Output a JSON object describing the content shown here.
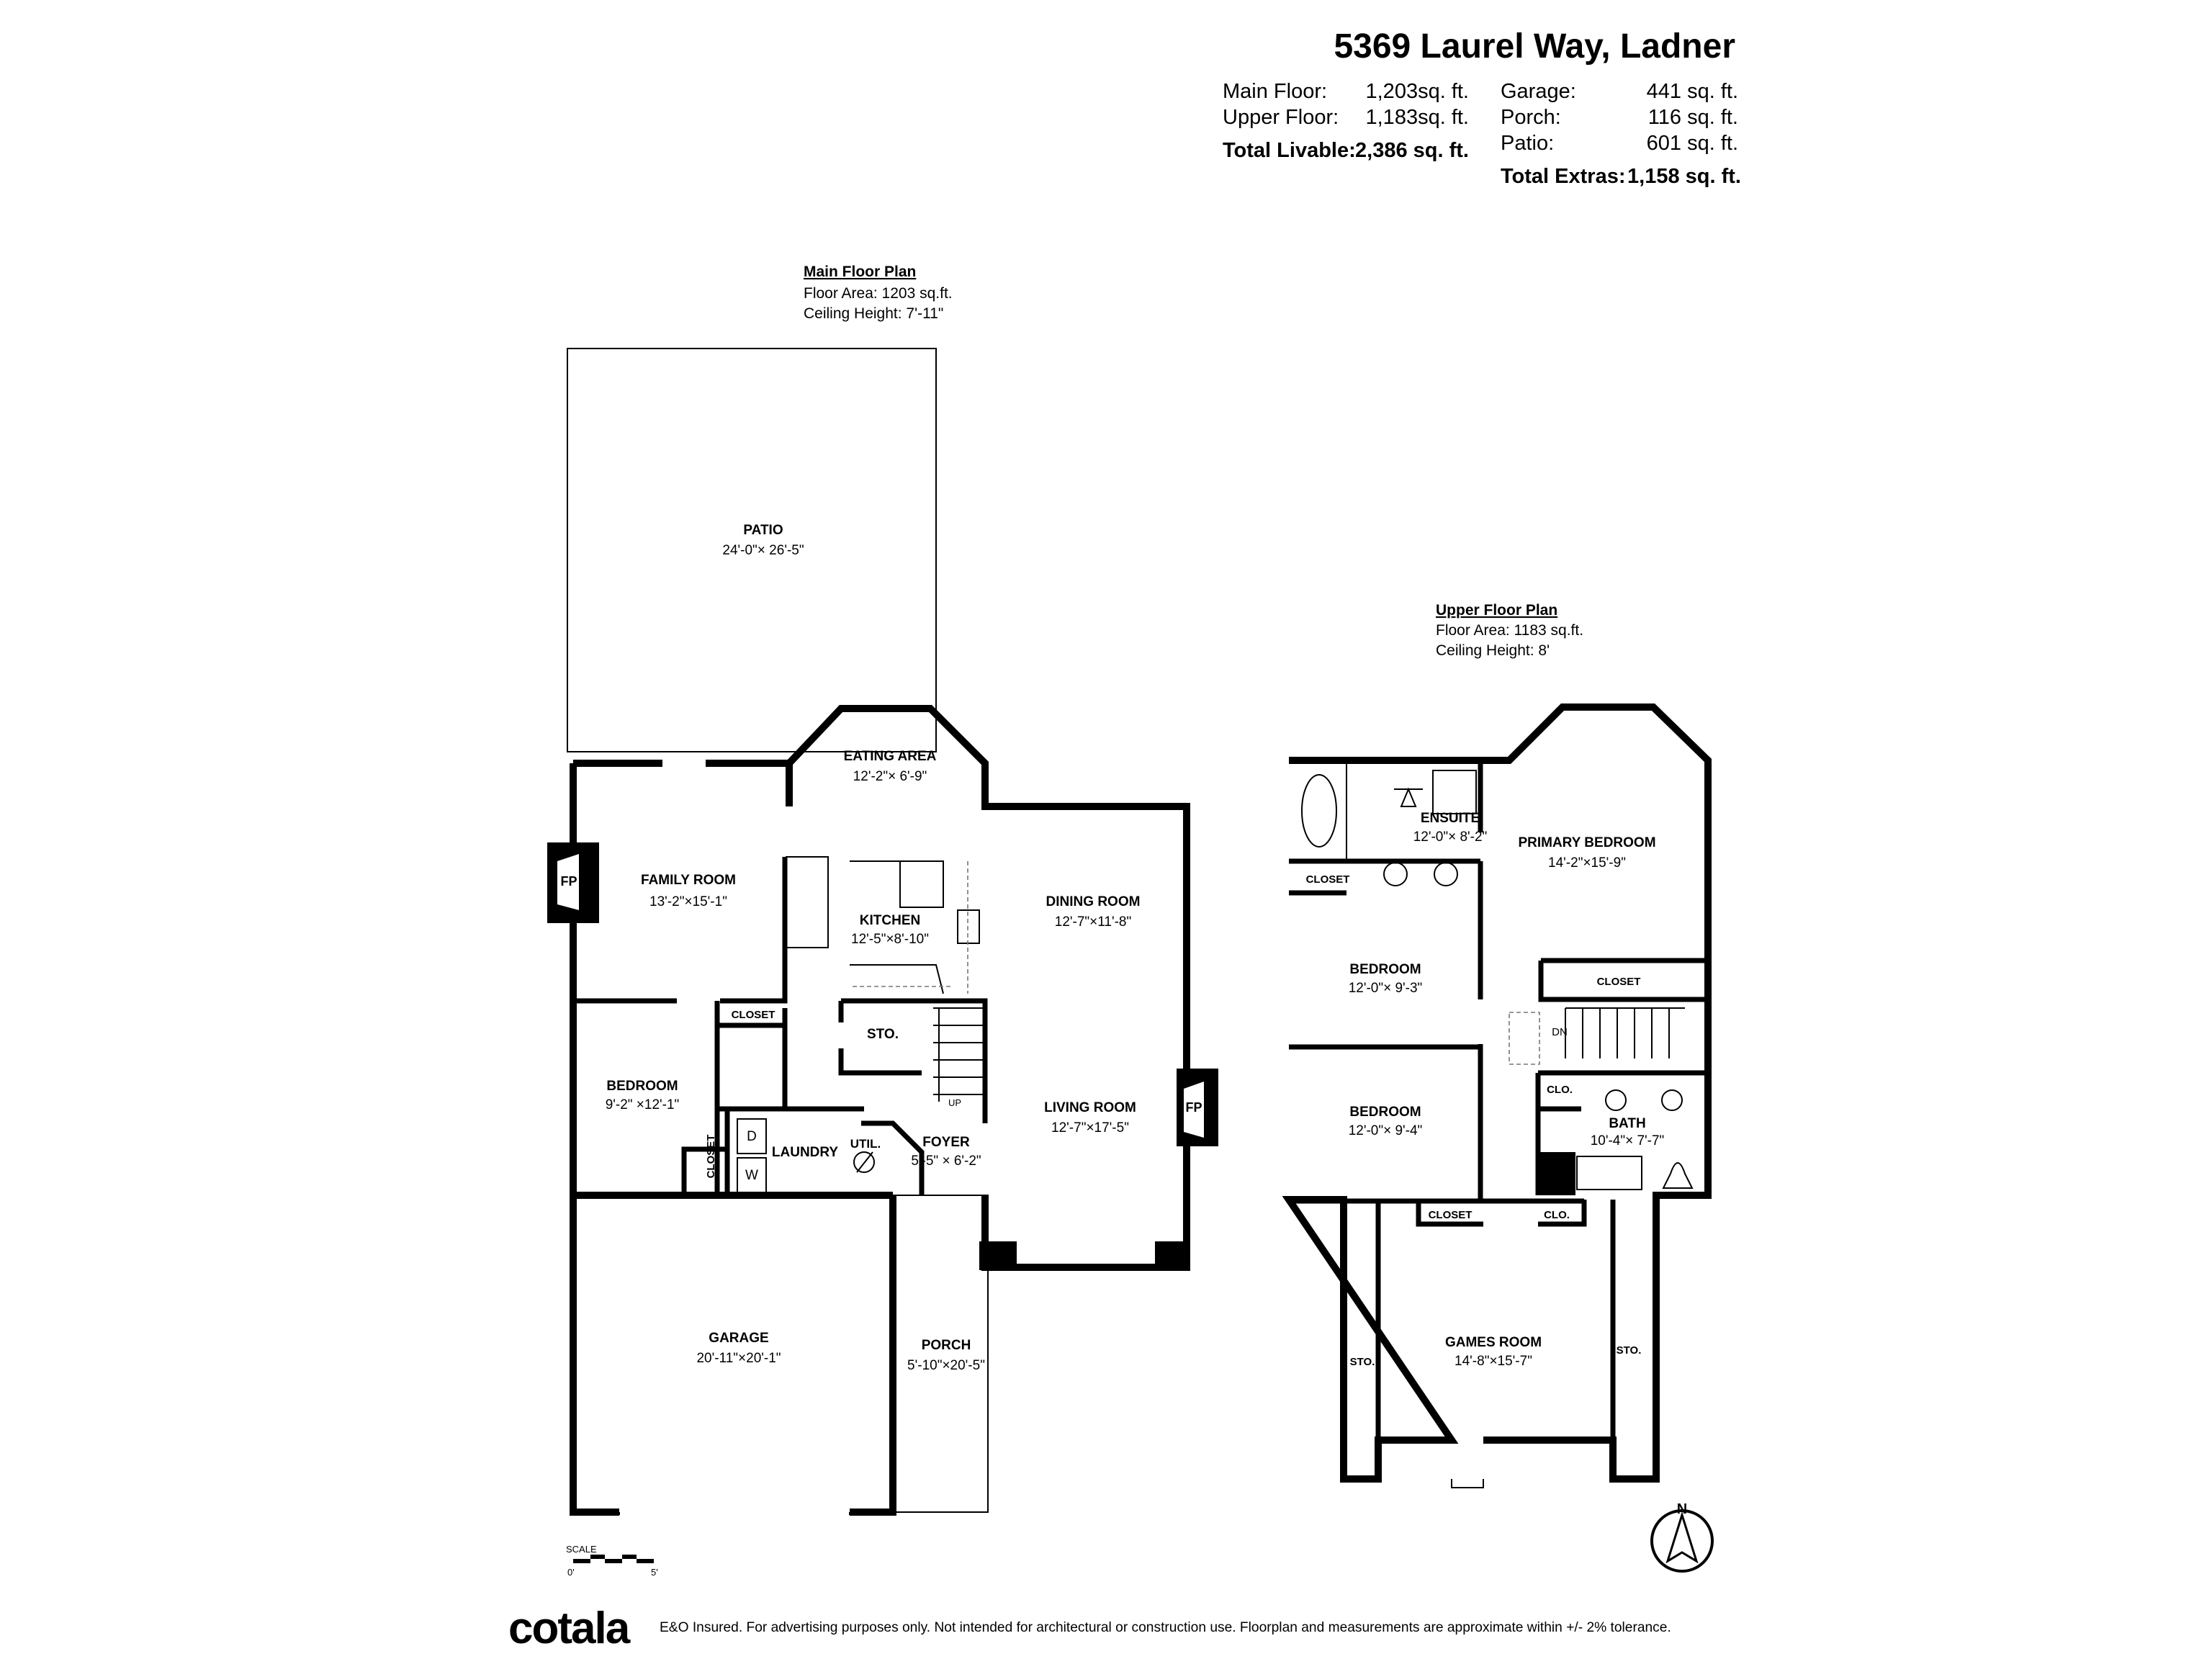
{
  "header": {
    "address": "5369 Laurel Way, Ladner",
    "stats_left": [
      {
        "label": "Main Floor:",
        "value": "1,203sq. ft."
      },
      {
        "label": "Upper Floor:",
        "value": "1,183sq. ft."
      }
    ],
    "total_livable": {
      "label": "Total Livable:",
      "value": "2,386 sq. ft."
    },
    "stats_right": [
      {
        "label": "Garage:",
        "value": "441 sq. ft."
      },
      {
        "label": "Porch:",
        "value": "116 sq. ft."
      },
      {
        "label": "Patio:",
        "value": "601 sq. ft."
      }
    ],
    "total_extras": {
      "label": "Total Extras:",
      "value": "1,158 sq. ft."
    }
  },
  "main_floor": {
    "title": "Main Floor Plan",
    "area": "Floor Area: 1203 sq.ft.",
    "ceiling": "Ceiling Height: 7'-11\"",
    "rooms": {
      "patio": {
        "name": "PATIO",
        "dim": "24'-0\"× 26'-5\""
      },
      "eating": {
        "name": "EATING AREA",
        "dim": "12'-2\"×  6'-9\""
      },
      "family": {
        "name": "FAMILY ROOM",
        "dim": "13'-2\"×15'-1\""
      },
      "kitchen": {
        "name": "KITCHEN",
        "dim": "12'-5\"×8'-10\""
      },
      "dining": {
        "name": "DINING ROOM",
        "dim": "12'-7\"×11'-8\""
      },
      "living": {
        "name": "LIVING ROOM",
        "dim": "12'-7\"×17'-5\""
      },
      "bedroom": {
        "name": "BEDROOM",
        "dim": "9'-2\" ×12'-1\""
      },
      "foyer": {
        "name": "FOYER",
        "dim": "5'-5\" × 6'-2\""
      },
      "garage": {
        "name": "GARAGE",
        "dim": "20'-11\"×20'-1\""
      },
      "porch": {
        "name": "PORCH",
        "dim": "5'-10\"×20'-5\""
      }
    },
    "labels": {
      "closet": "CLOSET",
      "closet2": "CLOSET",
      "sto": "STO.",
      "laundry": "LAUNDRY",
      "util": "UTIL.",
      "fp1": "FP",
      "fp2": "FP",
      "up": "UP",
      "dryer": "D",
      "washer": "W"
    }
  },
  "upper_floor": {
    "title": "Upper Floor Plan",
    "area": "Floor Area: 1183 sq.ft.",
    "ceiling": "Ceiling Height: 8'",
    "rooms": {
      "ensuite": {
        "name": "ENSUITE",
        "dim": "12'-0\"×  8'-2\""
      },
      "primary": {
        "name": "PRIMARY BEDROOM",
        "dim": "14'-2\"×15'-9\""
      },
      "bedroom1": {
        "name": "BEDROOM",
        "dim": "12'-0\"×  9'-3\""
      },
      "bedroom2": {
        "name": "BEDROOM",
        "dim": "12'-0\"×  9'-4\""
      },
      "bath": {
        "name": "BATH",
        "dim": "10'-4\"×  7'-7\""
      },
      "games": {
        "name": "GAMES ROOM",
        "dim": "14'-8\"×15'-7\""
      }
    },
    "labels": {
      "closet_a": "CLOSET",
      "closet_b": "CLOSET",
      "closet_c": "CLOSET",
      "clo_a": "CLO.",
      "clo_b": "CLO.",
      "dn": "DN",
      "sto_a": "STO.",
      "sto_b": "STO."
    }
  },
  "scale": {
    "label": "SCALE",
    "start": "0'",
    "end": "5'"
  },
  "compass": {
    "label": "N"
  },
  "footer": {
    "logo": "cotala",
    "disclaimer": "E&O Insured. For advertising purposes only. Not intended for architectural or construction use. Floorplan and measurements are approximate within +/- 2% tolerance."
  }
}
